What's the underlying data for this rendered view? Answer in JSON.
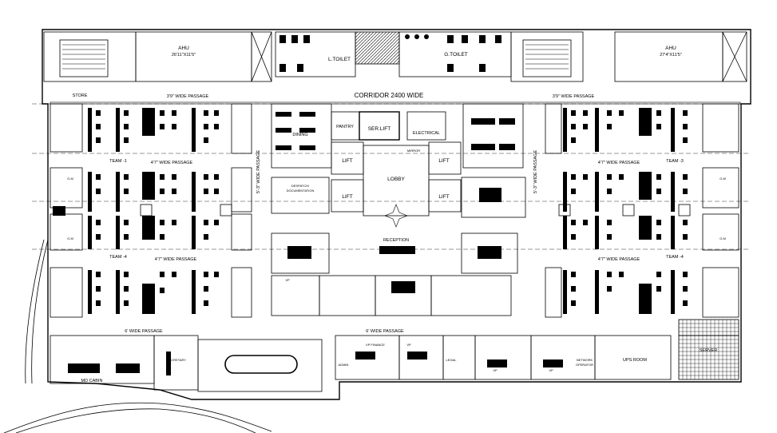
{
  "labels": {
    "ahu_left": "AHU",
    "ahu_left_dim": "26'11\"X11'5\"",
    "ahu_right": "AHU",
    "ahu_right_dim": "27'4\"X11'5\"",
    "l_toilet": "L.TOILET",
    "g_toilet": "G.TOILET",
    "store": "STORE",
    "corridor": "CORRIDOR 2400  WIDE",
    "passage_39_left": "3'9\" WIDE PASSAGE",
    "passage_39_right": "3'9\" WIDE PASSAGE",
    "passage_47_a": "4'7\" WIDE PASSAGE",
    "passage_47_b": "4'7\" WIDE PASSAGE",
    "passage_47_c": "4'7\" WIDE PASSAGE",
    "passage_47_d": "4'7\" WIDE PASSAGE",
    "team_1": "TEAM -1",
    "team_4": "TEAM -4",
    "team_3": "TEAM -3",
    "team_r4": "TEAM -4",
    "passage_vertical": "5'-3\" WIDE PASSAGE",
    "dining": "DINING",
    "pantry": "PANTRY",
    "ser_lift": "SER.LIFT",
    "electrical": "ELECTRICAL",
    "mirror": "MIRROR",
    "lift_1": "LIFT",
    "lift_2": "LIFT",
    "lift_3": "LIFT",
    "lift_4": "LIFT",
    "lobby": "LOBBY",
    "despatch": "DESPATCH/",
    "documentation": "DOCUMENTATION",
    "reception": "RECEPTION",
    "passage_6_left": "6' WIDE PASSAGE",
    "passage_6_mid": "6' WIDE PASSAGE",
    "vp_finance": "VP FINANCE",
    "vp_a": "VP",
    "vp_b": "VP",
    "vp_c": "VP",
    "vp_d": "VP",
    "admin": "ADMIN",
    "legal": "LEGAL",
    "md_cabin": "MD CABIN",
    "secretary": "SECRETARY",
    "ups_room": "UPS ROOM",
    "server": "SERVER",
    "network": "NETWORK",
    "operator": "OPERATOR",
    "gm_1": "G.M",
    "gm_2": "G.M",
    "gm_3": "G.M",
    "gm_4": "G.M"
  }
}
